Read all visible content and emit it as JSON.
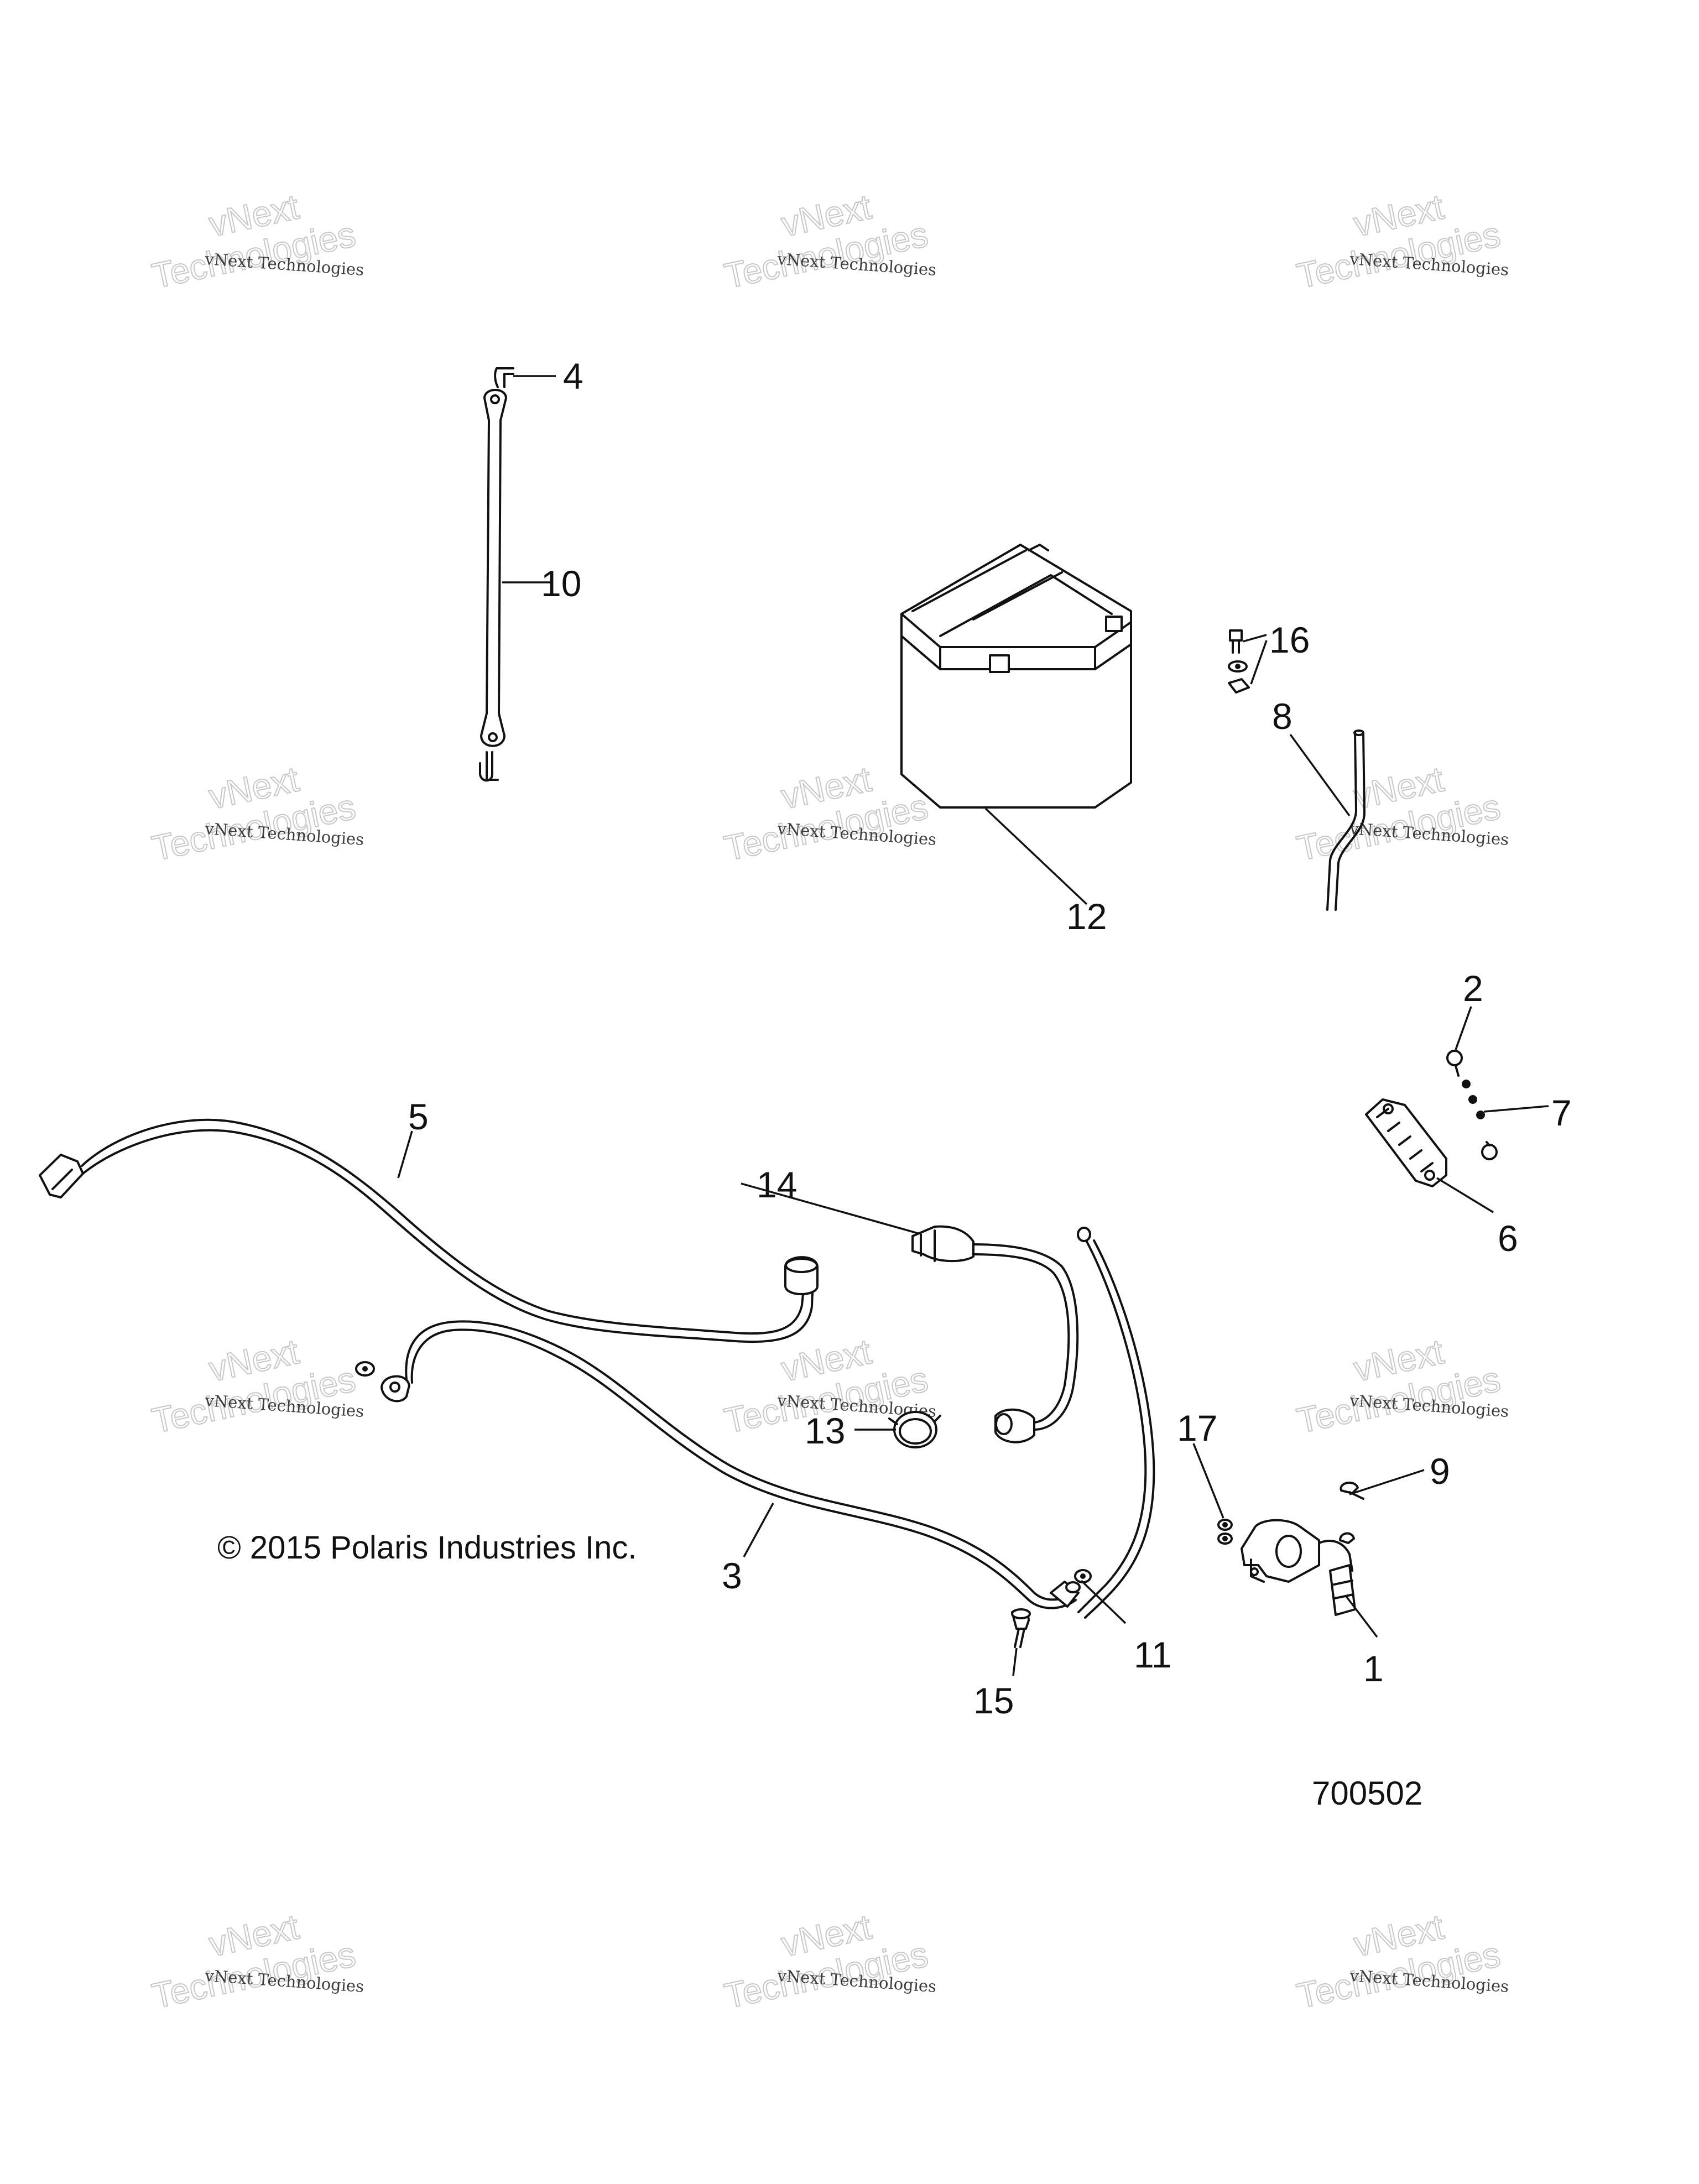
{
  "watermark": {
    "line1": "vNext",
    "line2": "vNext Technologies",
    "line3": "Technologies"
  },
  "copyright": "© 2015 Polaris Industries Inc.",
  "figure_number": "700502",
  "callouts": [
    "1",
    "2",
    "3",
    "4",
    "5",
    "6",
    "7",
    "8",
    "9",
    "10",
    "11",
    "12",
    "13",
    "14",
    "15",
    "16",
    "17"
  ]
}
